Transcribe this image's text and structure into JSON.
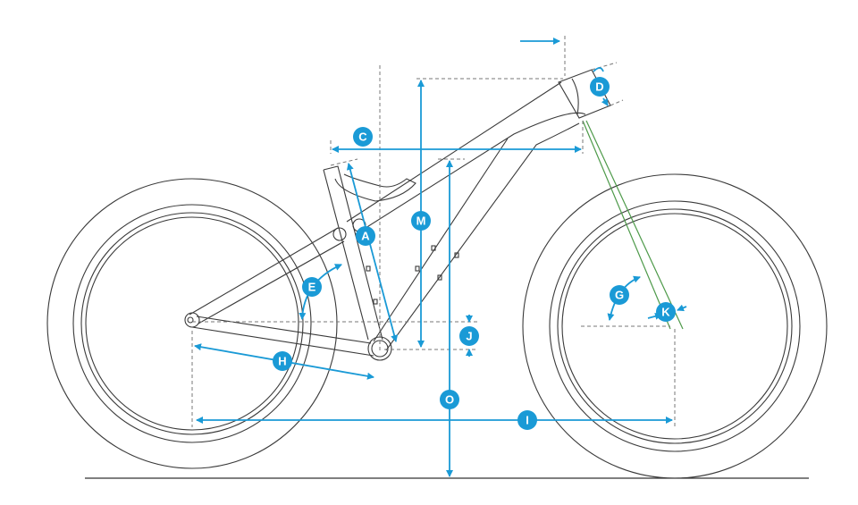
{
  "diagram": {
    "labels": {
      "A": "A",
      "C": "C",
      "D": "D",
      "E": "E",
      "G": "G",
      "H": "H",
      "I": "I",
      "J": "J",
      "K": "K",
      "M": "M",
      "O": "O"
    },
    "colors": {
      "dimension": "#1a9ad6",
      "frame": "#3a3a3a",
      "fork_axis": "#4e9a4a"
    }
  }
}
